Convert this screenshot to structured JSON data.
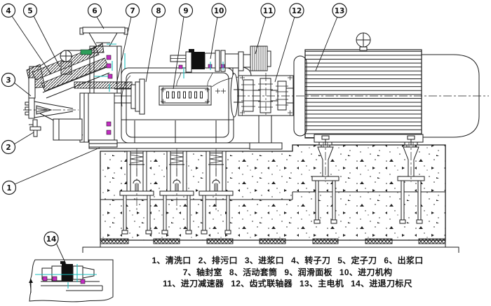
{
  "drawing": {
    "type": "engineering-cross-section",
    "language": "zh-CN"
  },
  "balloons": {
    "labels": [
      "1",
      "2",
      "3",
      "4",
      "5",
      "6",
      "7",
      "8",
      "9",
      "10",
      "11",
      "12",
      "13",
      "14"
    ]
  },
  "legend": {
    "separator": "、",
    "rows": [
      [
        {
          "no": "1",
          "label": "清洗口"
        },
        {
          "no": "2",
          "label": "排污口"
        },
        {
          "no": "3",
          "label": "进浆口"
        },
        {
          "no": "4",
          "label": "转子刀"
        },
        {
          "no": "5",
          "label": "定子刀"
        },
        {
          "no": "6",
          "label": "出浆口"
        }
      ],
      [
        {
          "no": "7",
          "label": "轴封室"
        },
        {
          "no": "8",
          "label": "活动套筒"
        },
        {
          "no": "9",
          "label": "润滑面板"
        },
        {
          "no": "10",
          "label": "进刀机构"
        }
      ],
      [
        {
          "no": "11",
          "label": "进刀减速器"
        },
        {
          "no": "12",
          "label": "齿式联轴器"
        },
        {
          "no": "13",
          "label": "主电机"
        },
        {
          "no": "14",
          "label": "进退刀标尺"
        }
      ]
    ]
  },
  "colors": {
    "line": "#1c1c1c",
    "ink": "#111111",
    "background": "#ffffff",
    "accent_magenta": "#c32cc3",
    "accent_green": "#2f9e5b",
    "accent_cyan": "#18bdbd"
  }
}
